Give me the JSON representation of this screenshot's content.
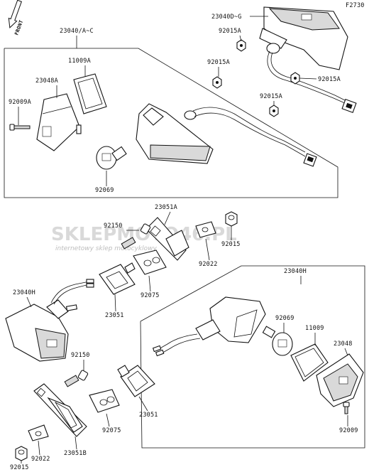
{
  "page_code": "F2730",
  "front_label": "FRONT",
  "watermark": {
    "main": "SKLEPMOTO46.PL",
    "sub": "internetowy sklep motocyklowy"
  },
  "labels": {
    "l_23040D": "23040D~G",
    "l_92015A_1": "92015A",
    "l_92015A_2": "92015A",
    "l_92015A_3": "92015A",
    "l_92015A_4": "92015A",
    "l_23040AC": "23040/A~C",
    "l_11009A": "11009A",
    "l_23048A": "23048A",
    "l_92009A": "92009A",
    "l_92069_top": "92069",
    "l_23051A": "23051A",
    "l_92150_top": "92150",
    "l_92015": "92015",
    "l_92022_top": "92022",
    "l_23040H_right": "23040H",
    "l_23040H_left": "23040H",
    "l_92075_top": "92075",
    "l_23051_top": "23051",
    "l_92069_right": "92069",
    "l_11009": "11009",
    "l_23048": "23048",
    "l_92150_bot": "92150",
    "l_92075_bot": "92075",
    "l_23051_bot": "23051",
    "l_92009": "92009",
    "l_23051B": "23051B",
    "l_92022_bot": "92022",
    "l_92015_bot": "92015"
  }
}
